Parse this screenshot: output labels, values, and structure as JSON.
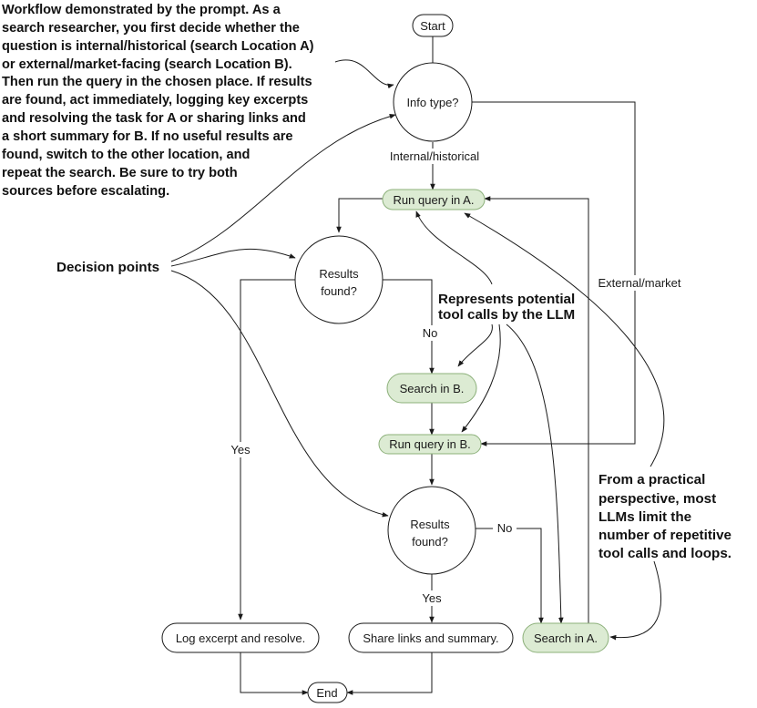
{
  "colors": {
    "tool_fill": "#dcebd3",
    "tool_stroke": "#8cb07a",
    "node_fill": "#ffffff",
    "node_stroke": "#1a1a1a",
    "ink": "#1a1a1a"
  },
  "nodes": {
    "start": "Start",
    "info_type": "Info type?",
    "run_query_a": "Run query in A.",
    "results_found_1": [
      "Results",
      "found?"
    ],
    "search_b": "Search in B.",
    "run_query_b": "Run query in B.",
    "results_found_2": [
      "Results",
      "found?"
    ],
    "log_excerpt": "Log excerpt and resolve.",
    "share_links": "Share links and summary.",
    "search_a": "Search in A.",
    "end": "End"
  },
  "edge_labels": {
    "internal": "Internal/historical",
    "external": "External/market",
    "no_1": "No",
    "yes_1": "Yes",
    "no_2": "No",
    "yes_2": "Yes"
  },
  "annotations": {
    "intro": [
      "Workflow demonstrated by the prompt. As a",
      "search researcher, you first decide whether the",
      "question is internal/historical (search Location A)",
      "or external/market-facing (search Location B).",
      "Then run the query in the chosen place. If results",
      "are found, act immediately, logging key excerpts",
      "and resolving the task for A or sharing links and",
      "a short summary for B. If no useful results are",
      "found, switch to the other location, and",
      "repeat the search. Be sure to try both",
      "sources before escalating."
    ],
    "decision_points": "Decision points",
    "tool_calls": [
      "Represents potential",
      "tool calls by the LLM"
    ],
    "practical": [
      "From a practical",
      "perspective, most",
      "LLMs limit the",
      "number of repetitive",
      "tool calls and loops."
    ]
  }
}
